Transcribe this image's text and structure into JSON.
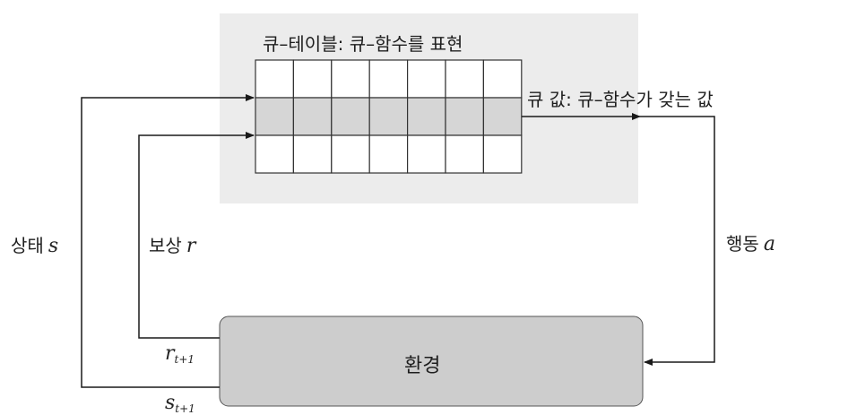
{
  "colors": {
    "panel_bg": "#ececec",
    "table_row_highlight": "#d6d6d6",
    "env_box_bg": "#cdcdcd",
    "line": "#1a1a1a"
  },
  "qtable": {
    "title": "큐–테이블: 큐–함수를 표현",
    "rows": 3,
    "cols": 7,
    "highlight_row": 1
  },
  "q_value_label": "큐 값: 큐–함수가 갖는 값",
  "state": {
    "label": "상태",
    "var": "s"
  },
  "reward": {
    "label": "보상",
    "var": "r"
  },
  "action": {
    "label": "행동",
    "var": "a"
  },
  "environment": {
    "label": "환경"
  },
  "next_reward": {
    "var": "r",
    "sub": "t+1"
  },
  "next_state": {
    "var": "s",
    "sub": "t+1"
  }
}
